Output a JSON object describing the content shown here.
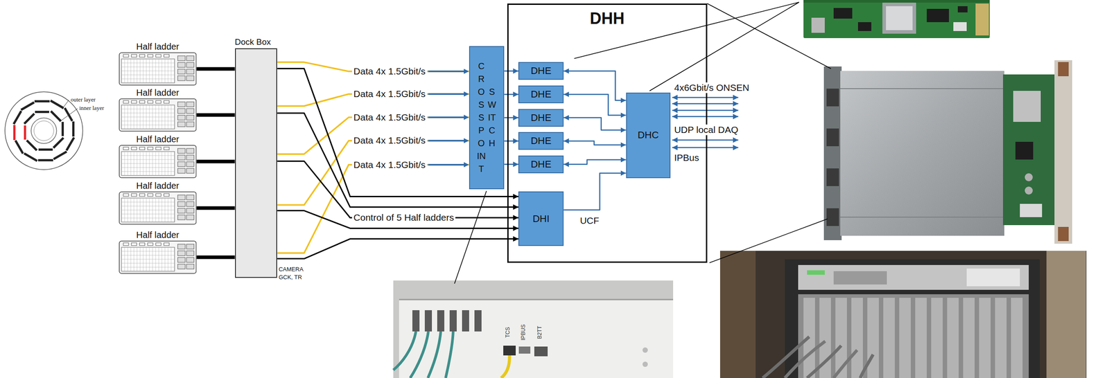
{
  "diagram": {
    "nodes": [
      {
        "text": [
          "Half ladder"
        ]
      },
      {
        "text": [
          "Half ladder"
        ]
      },
      {
        "text": [
          "Half ladder"
        ]
      },
      {
        "text": [
          "Half ladder"
        ]
      },
      {
        "text": [
          "Half ladder"
        ]
      },
      {
        "text": [
          "Dock Box"
        ]
      },
      {
        "text": [
          "CROSSPOINT",
          "SWITCH"
        ]
      },
      {
        "text": [
          "DHH"
        ]
      },
      {
        "text": [
          "DHE"
        ],
        "in": 7
      },
      {
        "text": [
          "DHE"
        ],
        "in": 7
      },
      {
        "text": [
          "DHE"
        ],
        "in": 7
      },
      {
        "text": [
          "DHE"
        ],
        "in": 7
      },
      {
        "text": [
          "DHE"
        ],
        "in": 7
      },
      {
        "text": [
          "DHI"
        ],
        "in": 7
      },
      {
        "text": [
          "DHC"
        ],
        "in": 7
      }
    ],
    "edges": [
      {
        "from": 0,
        "to": 5,
        "arrow": "none"
      },
      {
        "from": 1,
        "to": 5,
        "arrow": "none"
      },
      {
        "from": 2,
        "to": 5,
        "arrow": "none"
      },
      {
        "from": 3,
        "to": 5,
        "arrow": "none"
      },
      {
        "from": 4,
        "to": 5,
        "arrow": "none"
      },
      {
        "from": 5,
        "to": 6,
        "label": "Data 4x 1.5Gbit/s",
        "arrow": "to"
      },
      {
        "from": 5,
        "to": 6,
        "label": "Data 4x 1.5Gbit/s",
        "arrow": "to"
      },
      {
        "from": 5,
        "to": 6,
        "label": "Data 4x 1.5Gbit/s",
        "arrow": "to"
      },
      {
        "from": 5,
        "to": 6,
        "label": "Data 4x 1.5Gbit/s",
        "arrow": "to"
      },
      {
        "from": 5,
        "to": 6,
        "label": "Data 4x 1.5Gbit/s",
        "arrow": "to"
      },
      {
        "from": 5,
        "to": 13,
        "arrow": "to"
      },
      {
        "from": 5,
        "to": 13,
        "arrow": "to"
      },
      {
        "from": 5,
        "to": 13,
        "label": "Control of 5 Half ladders",
        "arrow": "to"
      },
      {
        "from": 5,
        "to": 13,
        "arrow": "to"
      },
      {
        "from": 5,
        "to": 13,
        "arrow": "to"
      },
      {
        "from": 6,
        "to": 8,
        "arrow": "to"
      },
      {
        "from": 6,
        "to": 9,
        "arrow": "to"
      },
      {
        "from": 6,
        "to": 10,
        "arrow": "to"
      },
      {
        "from": 6,
        "to": 11,
        "arrow": "to"
      },
      {
        "from": 6,
        "to": 12,
        "arrow": "to"
      },
      {
        "from": 14,
        "to": 8,
        "arrow": "both"
      },
      {
        "from": 14,
        "to": 9,
        "arrow": "both"
      },
      {
        "from": 14,
        "to": 10,
        "arrow": "both"
      },
      {
        "from": 14,
        "to": 11,
        "arrow": "both"
      },
      {
        "from": 14,
        "to": 12,
        "arrow": "both"
      },
      {
        "from": 13,
        "to": 14,
        "arrow": "to"
      }
    ],
    "labels": [
      "outer layer",
      "inner layer",
      "CAMERA",
      "GCK, TR",
      "4x6Gbit/s ONSEN",
      "UDP local DAQ",
      "IPBus",
      "UCF",
      "TCS",
      "IPBUS",
      "B2TT"
    ]
  }
}
